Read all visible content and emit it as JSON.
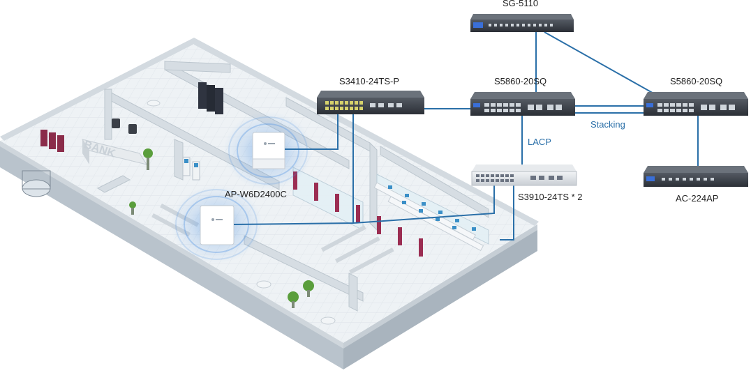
{
  "labels": {
    "core_gateway": "SG-5110",
    "access_switch_poe": "S3410-24TS-P",
    "core_switch_a": "S5860-20SQ",
    "core_switch_b": "S5860-20SQ",
    "stacking": "Stacking",
    "lacp": "LACP",
    "access_switch": "S3910-24TS * 2",
    "controller": "AC-224AP",
    "access_point": "AP-W6D2400C"
  },
  "building": {
    "sign_text": "BANK"
  },
  "colors": {
    "link": "#2a6fa8",
    "floor": "#e9eef2",
    "wall_top": "#d5dce2",
    "wall_side": "#b7c1ca",
    "device_dark": "#3a3f47",
    "device_light": "#dfe3e7",
    "wifi_glow": "#4a90e2"
  },
  "icons": {
    "network_switch": "switch-icon",
    "wireless_ap": "access-point-icon",
    "plant": "plant-icon",
    "server_rack": "server-rack-icon"
  }
}
